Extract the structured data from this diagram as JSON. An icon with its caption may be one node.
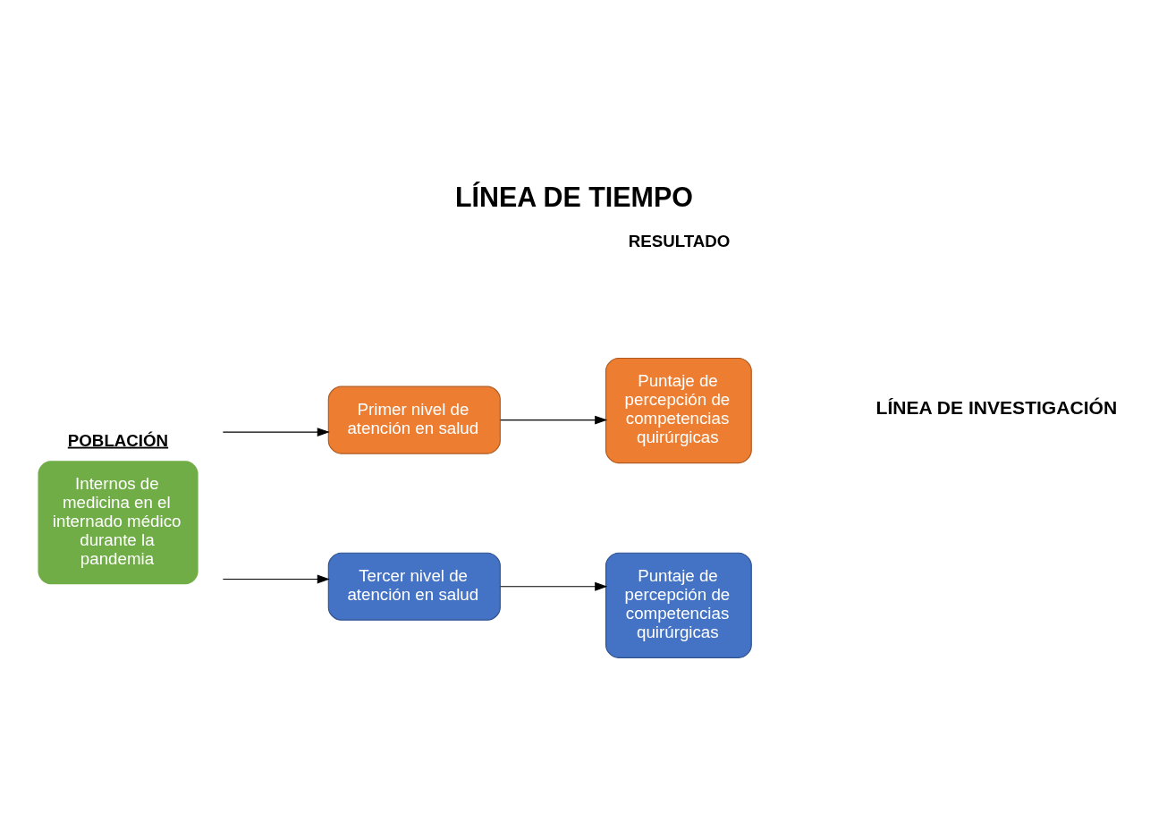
{
  "diagram": {
    "title": "LÍNEA DE TIEMPO",
    "nodes": [
      {
        "text": [
          "POBLACIÓN",
          "Internos de medicina en el internado médico durante la pandemia"
        ]
      },
      {
        "text": [
          "Primer nivel de atención en salud"
        ]
      },
      {
        "text": [
          "Tercer nivel de atención en salud"
        ]
      },
      {
        "text": [
          "Puntaje de percepción de competencias quirúrgicas"
        ]
      },
      {
        "text": [
          "Puntaje de percepción de competencias quirúrgicas"
        ]
      }
    ],
    "edges": [
      {
        "from": 0,
        "to": 1,
        "arrow": "to"
      },
      {
        "from": 0,
        "to": 2,
        "arrow": "to"
      },
      {
        "from": 1,
        "to": 3,
        "arrow": "to"
      },
      {
        "from": 2,
        "to": 4,
        "arrow": "to"
      }
    ],
    "labels": [
      "RESULTADO",
      "LÍNEA DE INVESTIGACIÓN"
    ]
  }
}
